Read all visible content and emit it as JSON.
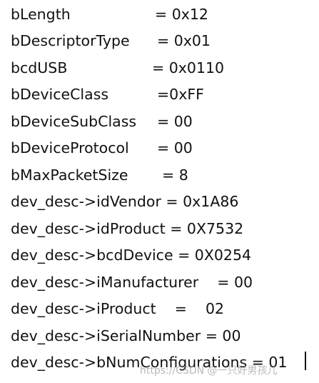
{
  "lines": [
    {
      "name": "bLength",
      "value": "= 0x12"
    },
    {
      "name": "bDescriptorType",
      "value": "= 0x01"
    },
    {
      "name": "bcdUSB",
      "value": "= 0x0110"
    },
    {
      "name": "bDeviceClass",
      "value": "=0xFF"
    },
    {
      "name": "bDeviceSubClass",
      "value": "= 00"
    },
    {
      "name": "bDeviceProtocol",
      "value": "= 00"
    },
    {
      "name": "bMaxPacketSize",
      "value": "= 8"
    },
    {
      "text": "dev_desc->idVendor = 0x1A86"
    },
    {
      "text": "dev_desc->idProduct = 0X7532"
    },
    {
      "text": "dev_desc->bcdDevice = 0X0254"
    },
    {
      "text": "dev_desc->iManufacturer    = 00"
    },
    {
      "text": "dev_desc->iProduct    =    02"
    },
    {
      "text": "dev_desc->iSerialNumber = 00"
    },
    {
      "text": "dev_desc->bNumConfigurations = 01"
    }
  ],
  "watermark": "https://CSDN @一只好男孩儿"
}
